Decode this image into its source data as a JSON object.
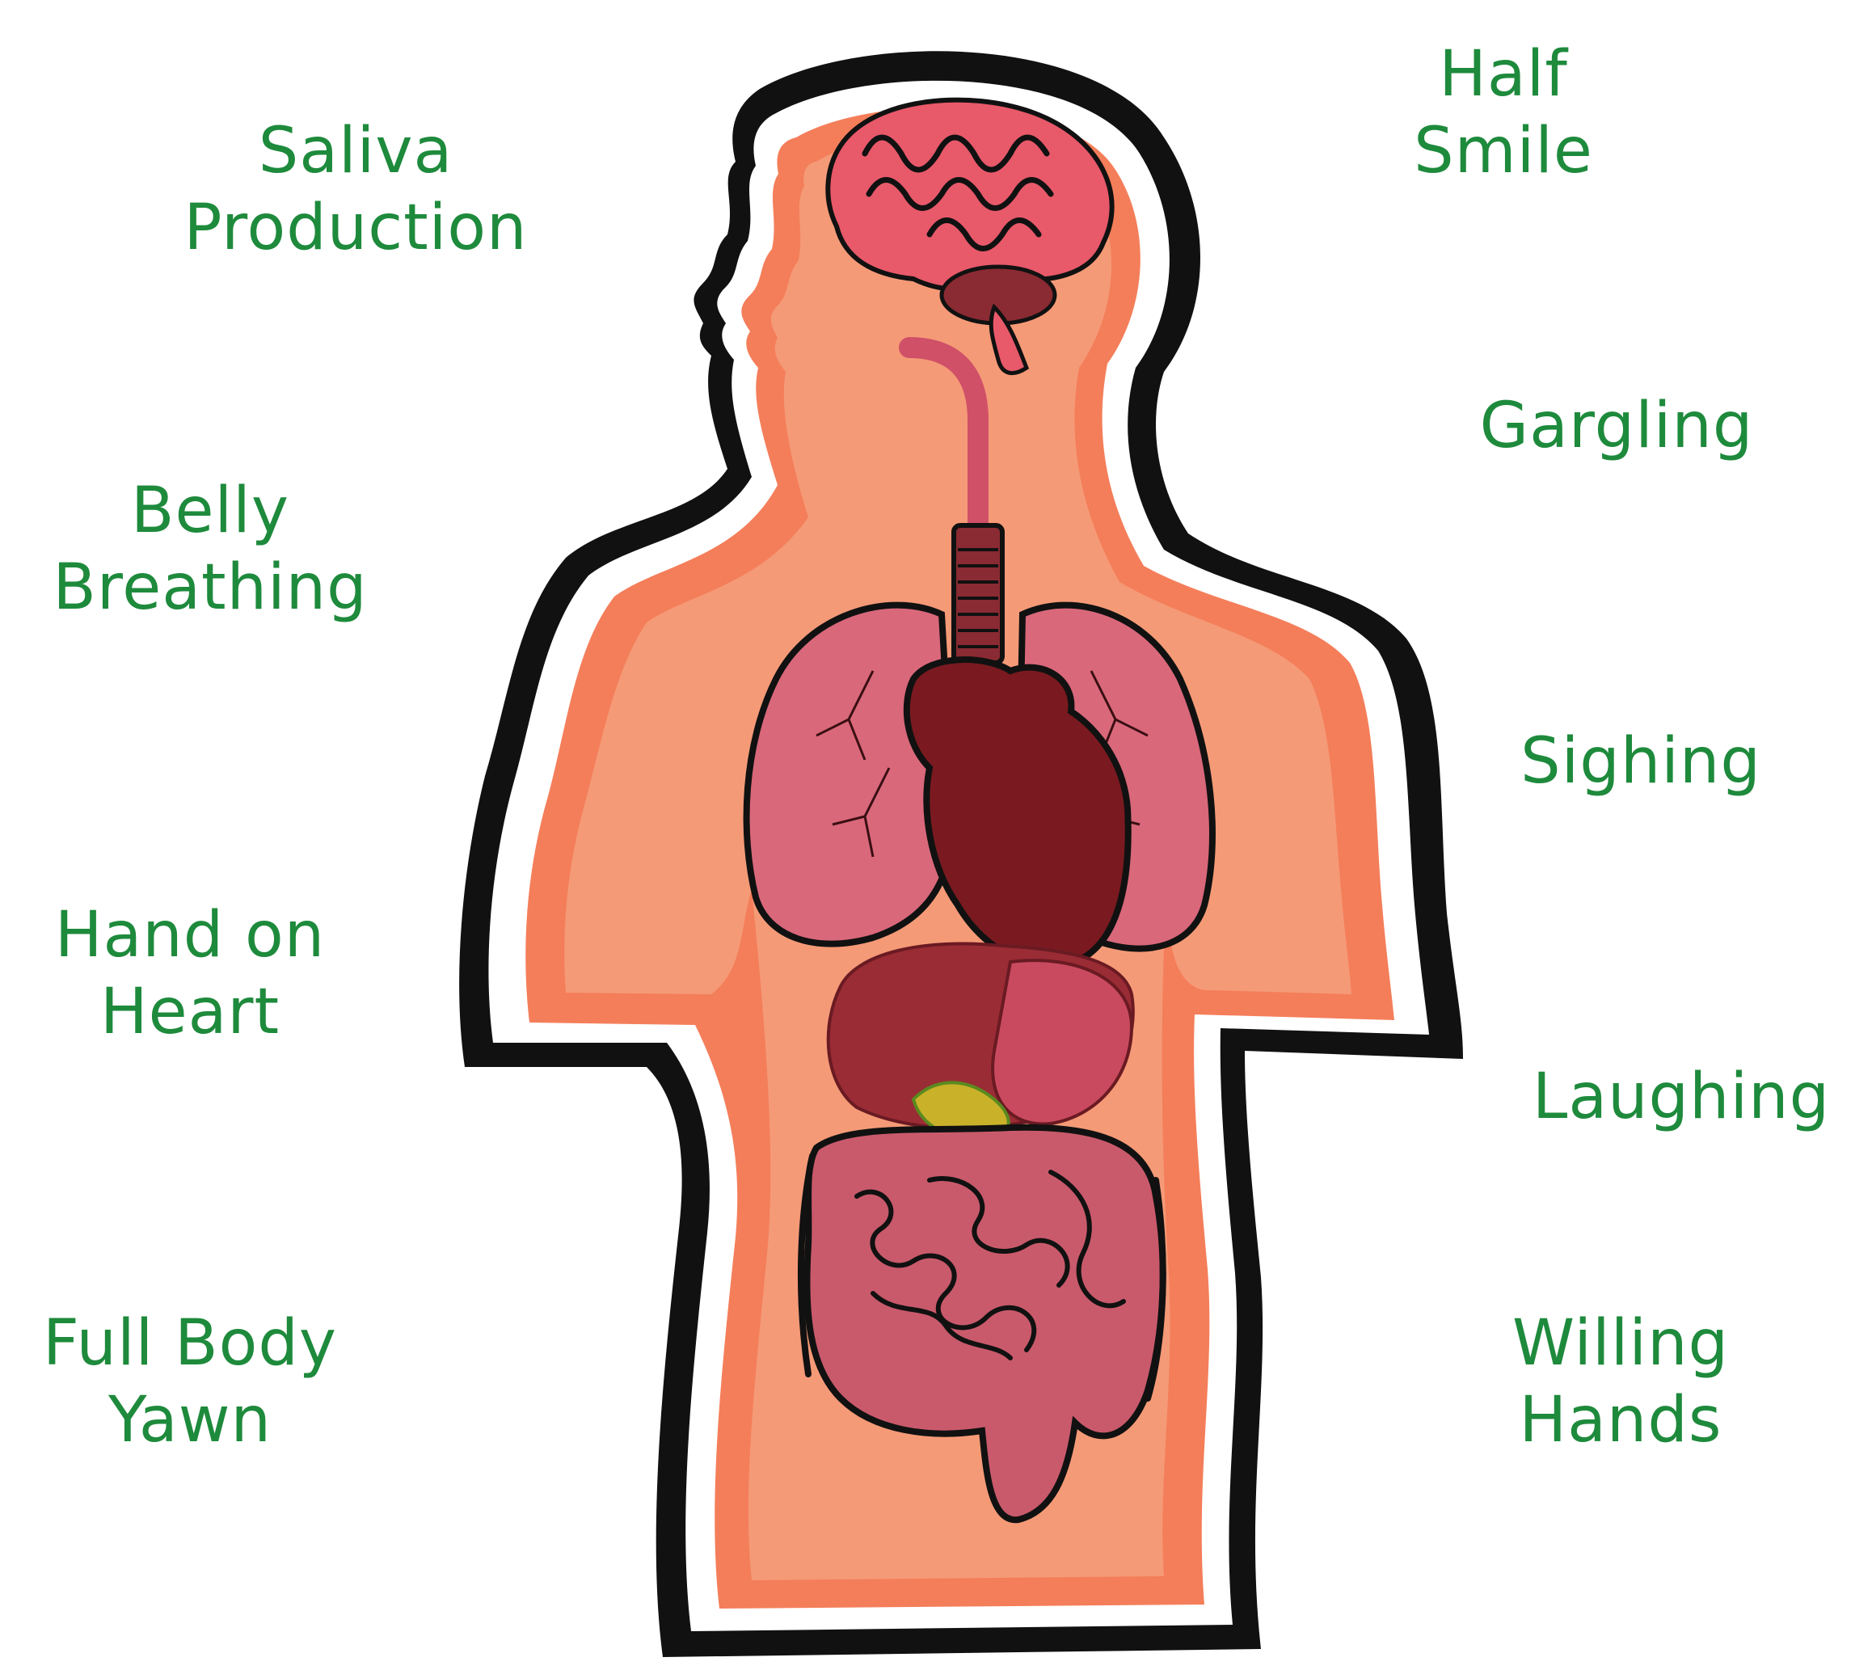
{
  "labels": {
    "saliva": {
      "line1": "Saliva",
      "line2": "Production"
    },
    "belly": {
      "line1": "Belly",
      "line2": "Breathing"
    },
    "hand_heart": {
      "line1": "Hand on",
      "line2": "Heart"
    },
    "yawn": {
      "line1": "Full Body",
      "line2": "Yawn"
    },
    "half_smile": {
      "line1": "Half",
      "line2": "Smile"
    },
    "gargling": {
      "line1": "Gargling"
    },
    "sighing": {
      "line1": "Sighing"
    },
    "laughing": {
      "line1": "Laughing"
    },
    "willing": {
      "line1": "Willing",
      "line2": "Hands"
    }
  },
  "colors": {
    "label_text": "#1e8a3c",
    "outline": "#111111",
    "body_outer": "#f47e5a",
    "body_inner": "#f59a77",
    "brain": "#e8596a",
    "lungs": "#d9687a",
    "heart": "#7a1a20",
    "liver": "#9a2c35",
    "stomach": "#c94a5e",
    "intestines": "#c95a6b",
    "gallbladder": "#c9b12a"
  }
}
